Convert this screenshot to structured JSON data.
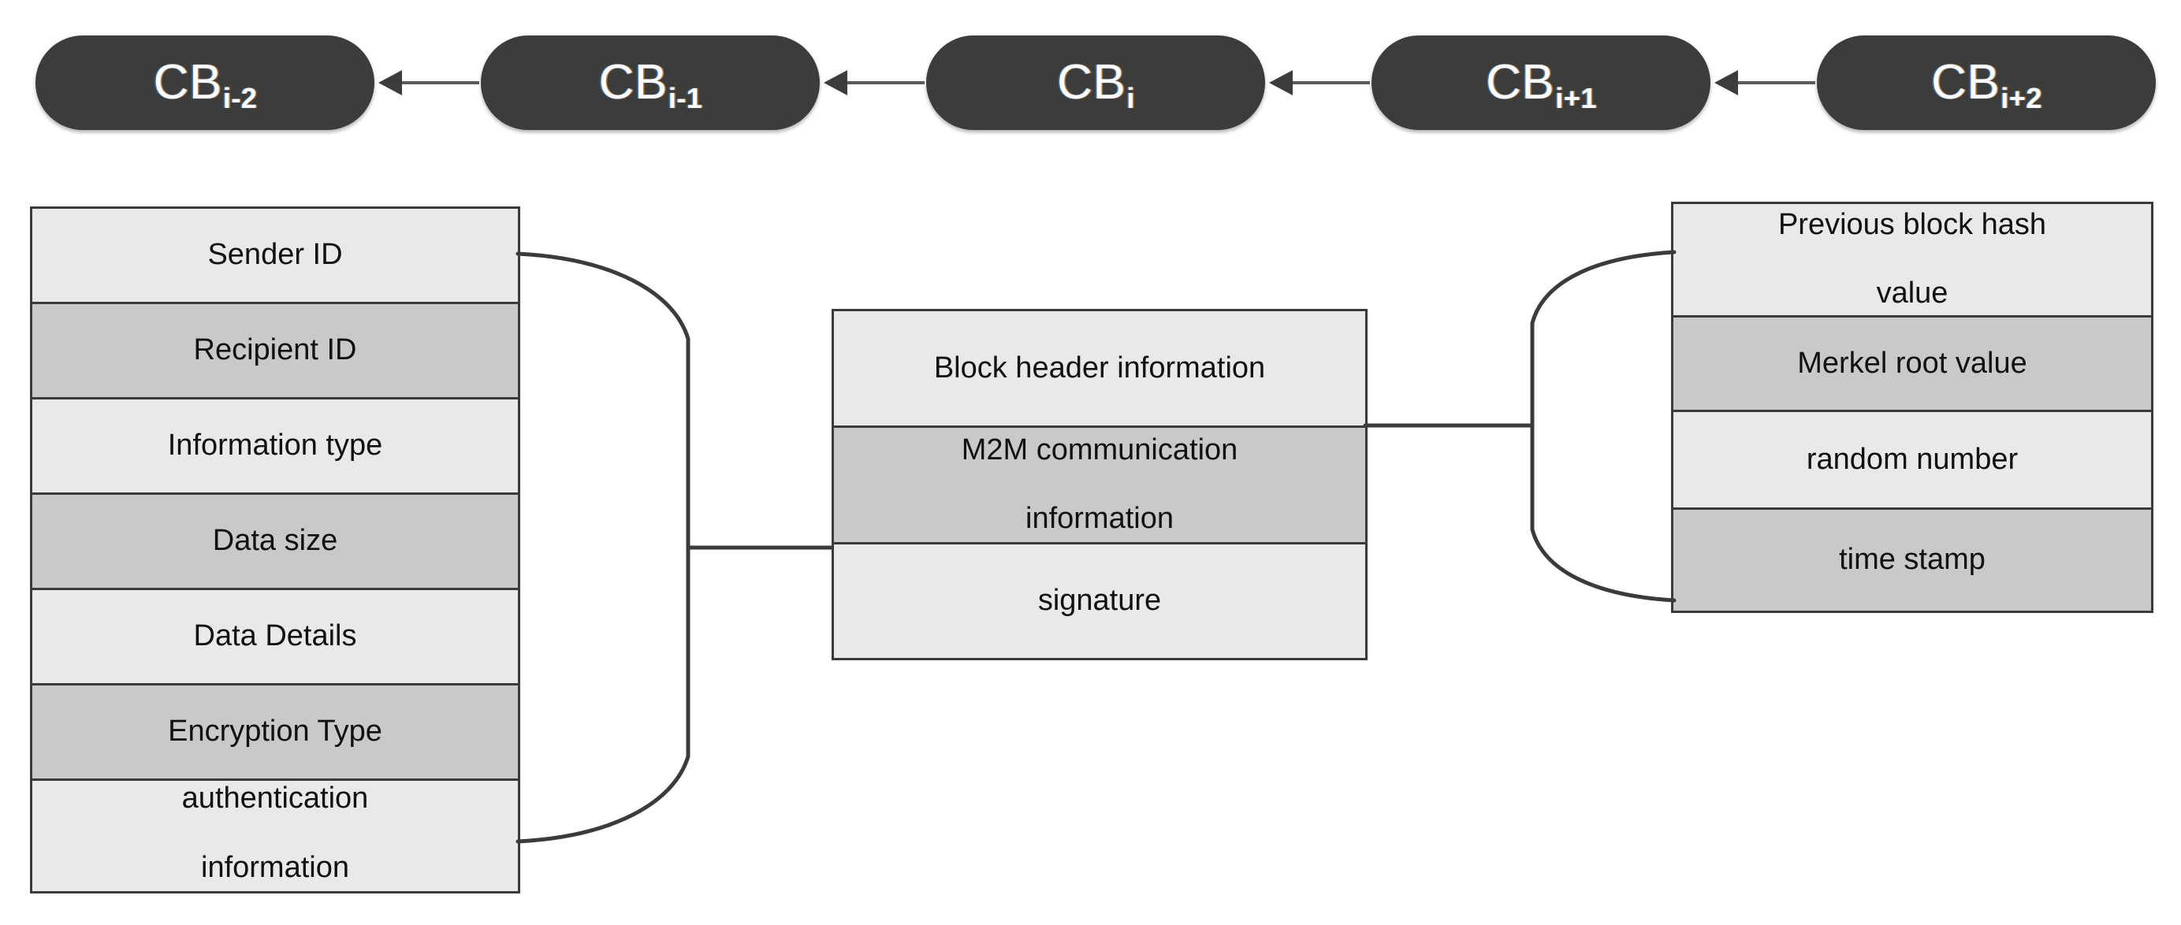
{
  "chain": {
    "blocks": [
      {
        "base": "CB",
        "subscript": "i-2"
      },
      {
        "base": "CB",
        "subscript": "i-1"
      },
      {
        "base": "CB",
        "subscript": "i"
      },
      {
        "base": "CB",
        "subscript": "i+1"
      },
      {
        "base": "CB",
        "subscript": "i+2"
      }
    ],
    "arrow_direction": "left",
    "block_fill": "#3c3c3a",
    "label_color": "#fdfdfd"
  },
  "transaction_table": {
    "rows": [
      {
        "label": "Sender ID",
        "shade": "light"
      },
      {
        "label": "Recipient ID",
        "shade": "dark"
      },
      {
        "label": "Information type",
        "shade": "light"
      },
      {
        "label": "Data size",
        "shade": "dark"
      },
      {
        "label": "Data Details",
        "shade": "light"
      },
      {
        "label": "Encryption Type",
        "shade": "dark"
      },
      {
        "label": "authentication information",
        "shade": "light",
        "line1": "authentication",
        "line2": "information"
      }
    ]
  },
  "block_table": {
    "rows": [
      {
        "label": "Block header information",
        "shade": "light"
      },
      {
        "label": "M2M communication information",
        "shade": "dark",
        "line1": "M2M communication",
        "line2": "information"
      },
      {
        "label": "signature",
        "shade": "light"
      }
    ]
  },
  "header_table": {
    "rows": [
      {
        "label": "Previous block hash value",
        "shade": "light",
        "line1": "Previous block hash",
        "line2": "value"
      },
      {
        "label": "Merkel root value",
        "shade": "dark"
      },
      {
        "label": "random number",
        "shade": "light"
      },
      {
        "label": "time stamp",
        "shade": "dark"
      }
    ]
  },
  "colors": {
    "row_light": "#e9e9e9",
    "row_dark": "#c9c9c9",
    "border": "#3b3b3b",
    "block_dark": "#3c3c3a"
  }
}
